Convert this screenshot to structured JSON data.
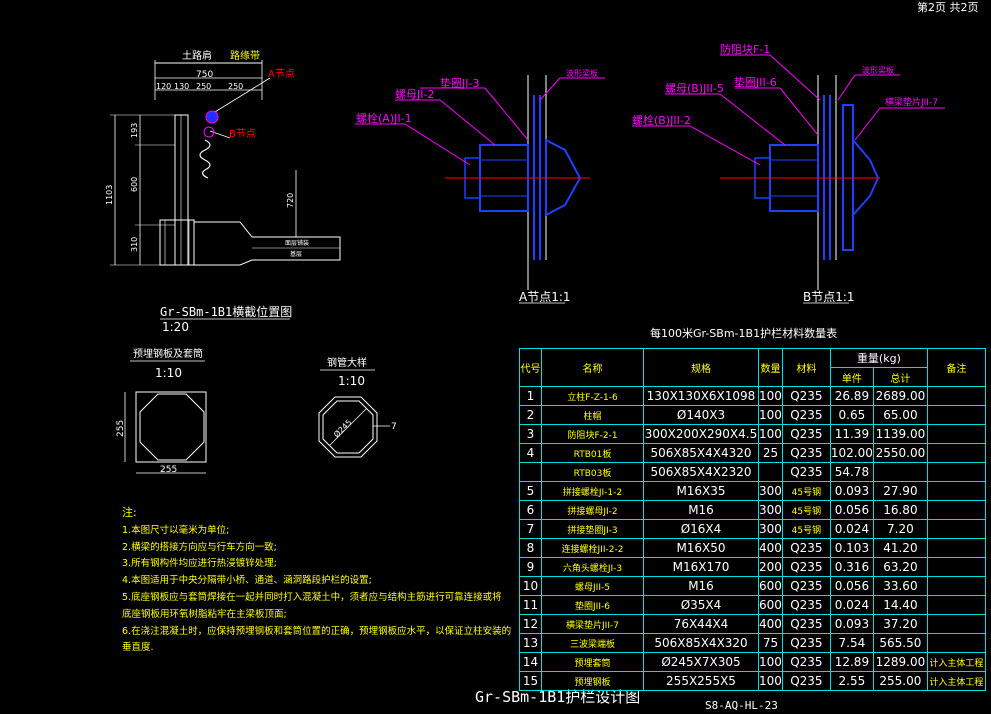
{
  "corner": "第2页 共2页",
  "section": {
    "road_label": "土路肩",
    "strip_label": "路缘带",
    "dim_750": "750",
    "dim_120": "120",
    "dim_130": "130",
    "dim_250a": "250",
    "dim_250b": "250",
    "node_a": "A节点",
    "node_b": "B节点",
    "dim_1103": "1103",
    "dim_193": "193",
    "dim_600": "600",
    "dim_310": "310",
    "dim_720": "720",
    "layer1": "面层铺装",
    "layer2": "基层",
    "title": "Gr-SBm-1B1横截位置图",
    "scale": "1:20"
  },
  "detail_a": {
    "lbl_washer_j3": "垫圈JI-3",
    "lbl_nut_j2": "螺母JI-2",
    "lbl_bolt_j1": "螺栓(A)JI-1",
    "lbl_guard": "波形梁板",
    "title": "A节点1:1"
  },
  "detail_b": {
    "lbl_block": "防阻块F-1",
    "lbl_washer_j6": "垫圈JII-6",
    "lbl_nut_j5": "螺母(B)JII-5",
    "lbl_bolt_j2": "螺栓(B)JII-2",
    "lbl_guard": "波形梁板",
    "lbl_plate_j7": "横梁垫片JII-7",
    "title": "B节点1:1"
  },
  "plate": {
    "title": "预埋钢板及套筒",
    "scale": "1:10",
    "dim_h": "255",
    "dim_w": "255"
  },
  "pipe": {
    "title": "钢管大样",
    "scale": "1:10",
    "dim_d": "Ø245",
    "dim_t": "7"
  },
  "table": {
    "title": "每100米Gr-SBm-1B1护栏材料数量表",
    "headers": {
      "no": "代号",
      "name": "名称",
      "spec": "规格",
      "qty": "数量",
      "mat": "材料",
      "weight": "重量(kg)",
      "unit": "单件",
      "total": "总计",
      "remark": "备注"
    },
    "rows": [
      {
        "no": "1",
        "name": "立柱F-Z-1-6",
        "spec": "130X130X6X1098",
        "qty": "100",
        "mat": "Q235",
        "unit": "26.89",
        "total": "2689.00",
        "remark": ""
      },
      {
        "no": "2",
        "name": "柱帽",
        "spec": "Ø140X3",
        "qty": "100",
        "mat": "Q235",
        "unit": "0.65",
        "total": "65.00",
        "remark": ""
      },
      {
        "no": "3",
        "name": "防阻块F-2-1",
        "spec": "300X200X290X4.5",
        "qty": "100",
        "mat": "Q235",
        "unit": "11.39",
        "total": "1139.00",
        "remark": ""
      },
      {
        "no": "4",
        "name": "RTB01板",
        "spec": "506X85X4X4320",
        "qty": "25",
        "mat": "Q235",
        "unit": "102.00",
        "total": "2550.00",
        "remark": ""
      },
      {
        "no": "",
        "name": "RTB03板",
        "spec": "506X85X4X2320",
        "qty": "",
        "mat": "Q235",
        "unit": "54.78",
        "total": "",
        "remark": ""
      },
      {
        "no": "5",
        "name": "拼接螺栓JI-1-2",
        "spec": "M16X35",
        "qty": "300",
        "mat": "45号钢",
        "unit": "0.093",
        "total": "27.90",
        "remark": ""
      },
      {
        "no": "6",
        "name": "拼接螺母JI-2",
        "spec": "M16",
        "qty": "300",
        "mat": "45号钢",
        "unit": "0.056",
        "total": "16.80",
        "remark": ""
      },
      {
        "no": "7",
        "name": "拼接垫圈JI-3",
        "spec": "Ø16X4",
        "qty": "300",
        "mat": "45号钢",
        "unit": "0.024",
        "total": "7.20",
        "remark": ""
      },
      {
        "no": "8",
        "name": "连接螺栓JII-2-2",
        "spec": "M16X50",
        "qty": "400",
        "mat": "Q235",
        "unit": "0.103",
        "total": "41.20",
        "remark": ""
      },
      {
        "no": "9",
        "name": "六角头螺栓JI-3",
        "spec": "M16X170",
        "qty": "200",
        "mat": "Q235",
        "unit": "0.316",
        "total": "63.20",
        "remark": ""
      },
      {
        "no": "10",
        "name": "螺母JII-5",
        "spec": "M16",
        "qty": "600",
        "mat": "Q235",
        "unit": "0.056",
        "total": "33.60",
        "remark": ""
      },
      {
        "no": "11",
        "name": "垫圈JII-6",
        "spec": "Ø35X4",
        "qty": "600",
        "mat": "Q235",
        "unit": "0.024",
        "total": "14.40",
        "remark": ""
      },
      {
        "no": "12",
        "name": "横梁垫片JII-7",
        "spec": "76X44X4",
        "qty": "400",
        "mat": "Q235",
        "unit": "0.093",
        "total": "37.20",
        "remark": ""
      },
      {
        "no": "13",
        "name": "三波梁端板",
        "spec": "506X85X4X320",
        "qty": "75",
        "mat": "Q235",
        "unit": "7.54",
        "total": "565.50",
        "remark": ""
      },
      {
        "no": "14",
        "name": "预埋套筒",
        "spec": "Ø245X7X305",
        "qty": "100",
        "mat": "Q235",
        "unit": "12.89",
        "total": "1289.00",
        "remark": "计入主体工程"
      },
      {
        "no": "15",
        "name": "预埋钢板",
        "spec": "255X255X5",
        "qty": "100",
        "mat": "Q235",
        "unit": "2.55",
        "total": "255.00",
        "remark": "计入主体工程"
      }
    ]
  },
  "notes": {
    "heading": "注:",
    "items": [
      "1.本图尺寸以毫米为单位;",
      "2.横梁的搭接方向应与行车方向一致;",
      "3.所有钢构件均应进行热浸镀锌处理;",
      "4.本图适用于中央分隔带小桥、通道、涵洞路段护栏的设置;",
      "5.底座钢板应与套筒焊接在一起并同时打入混凝土中，须者应与结构主筋进行可靠连接或将",
      "底座钢板用环氧树脂粘牢在主梁板顶面;",
      "6.在浇注混凝土时，应保持预埋钢板和套筒位置的正确，预埋钢板应水平，以保证立柱安装的",
      "垂直度."
    ]
  },
  "footer": {
    "title": "Gr-SBm-1B1护栏设计图",
    "code": "S8-AQ-HL-23"
  }
}
